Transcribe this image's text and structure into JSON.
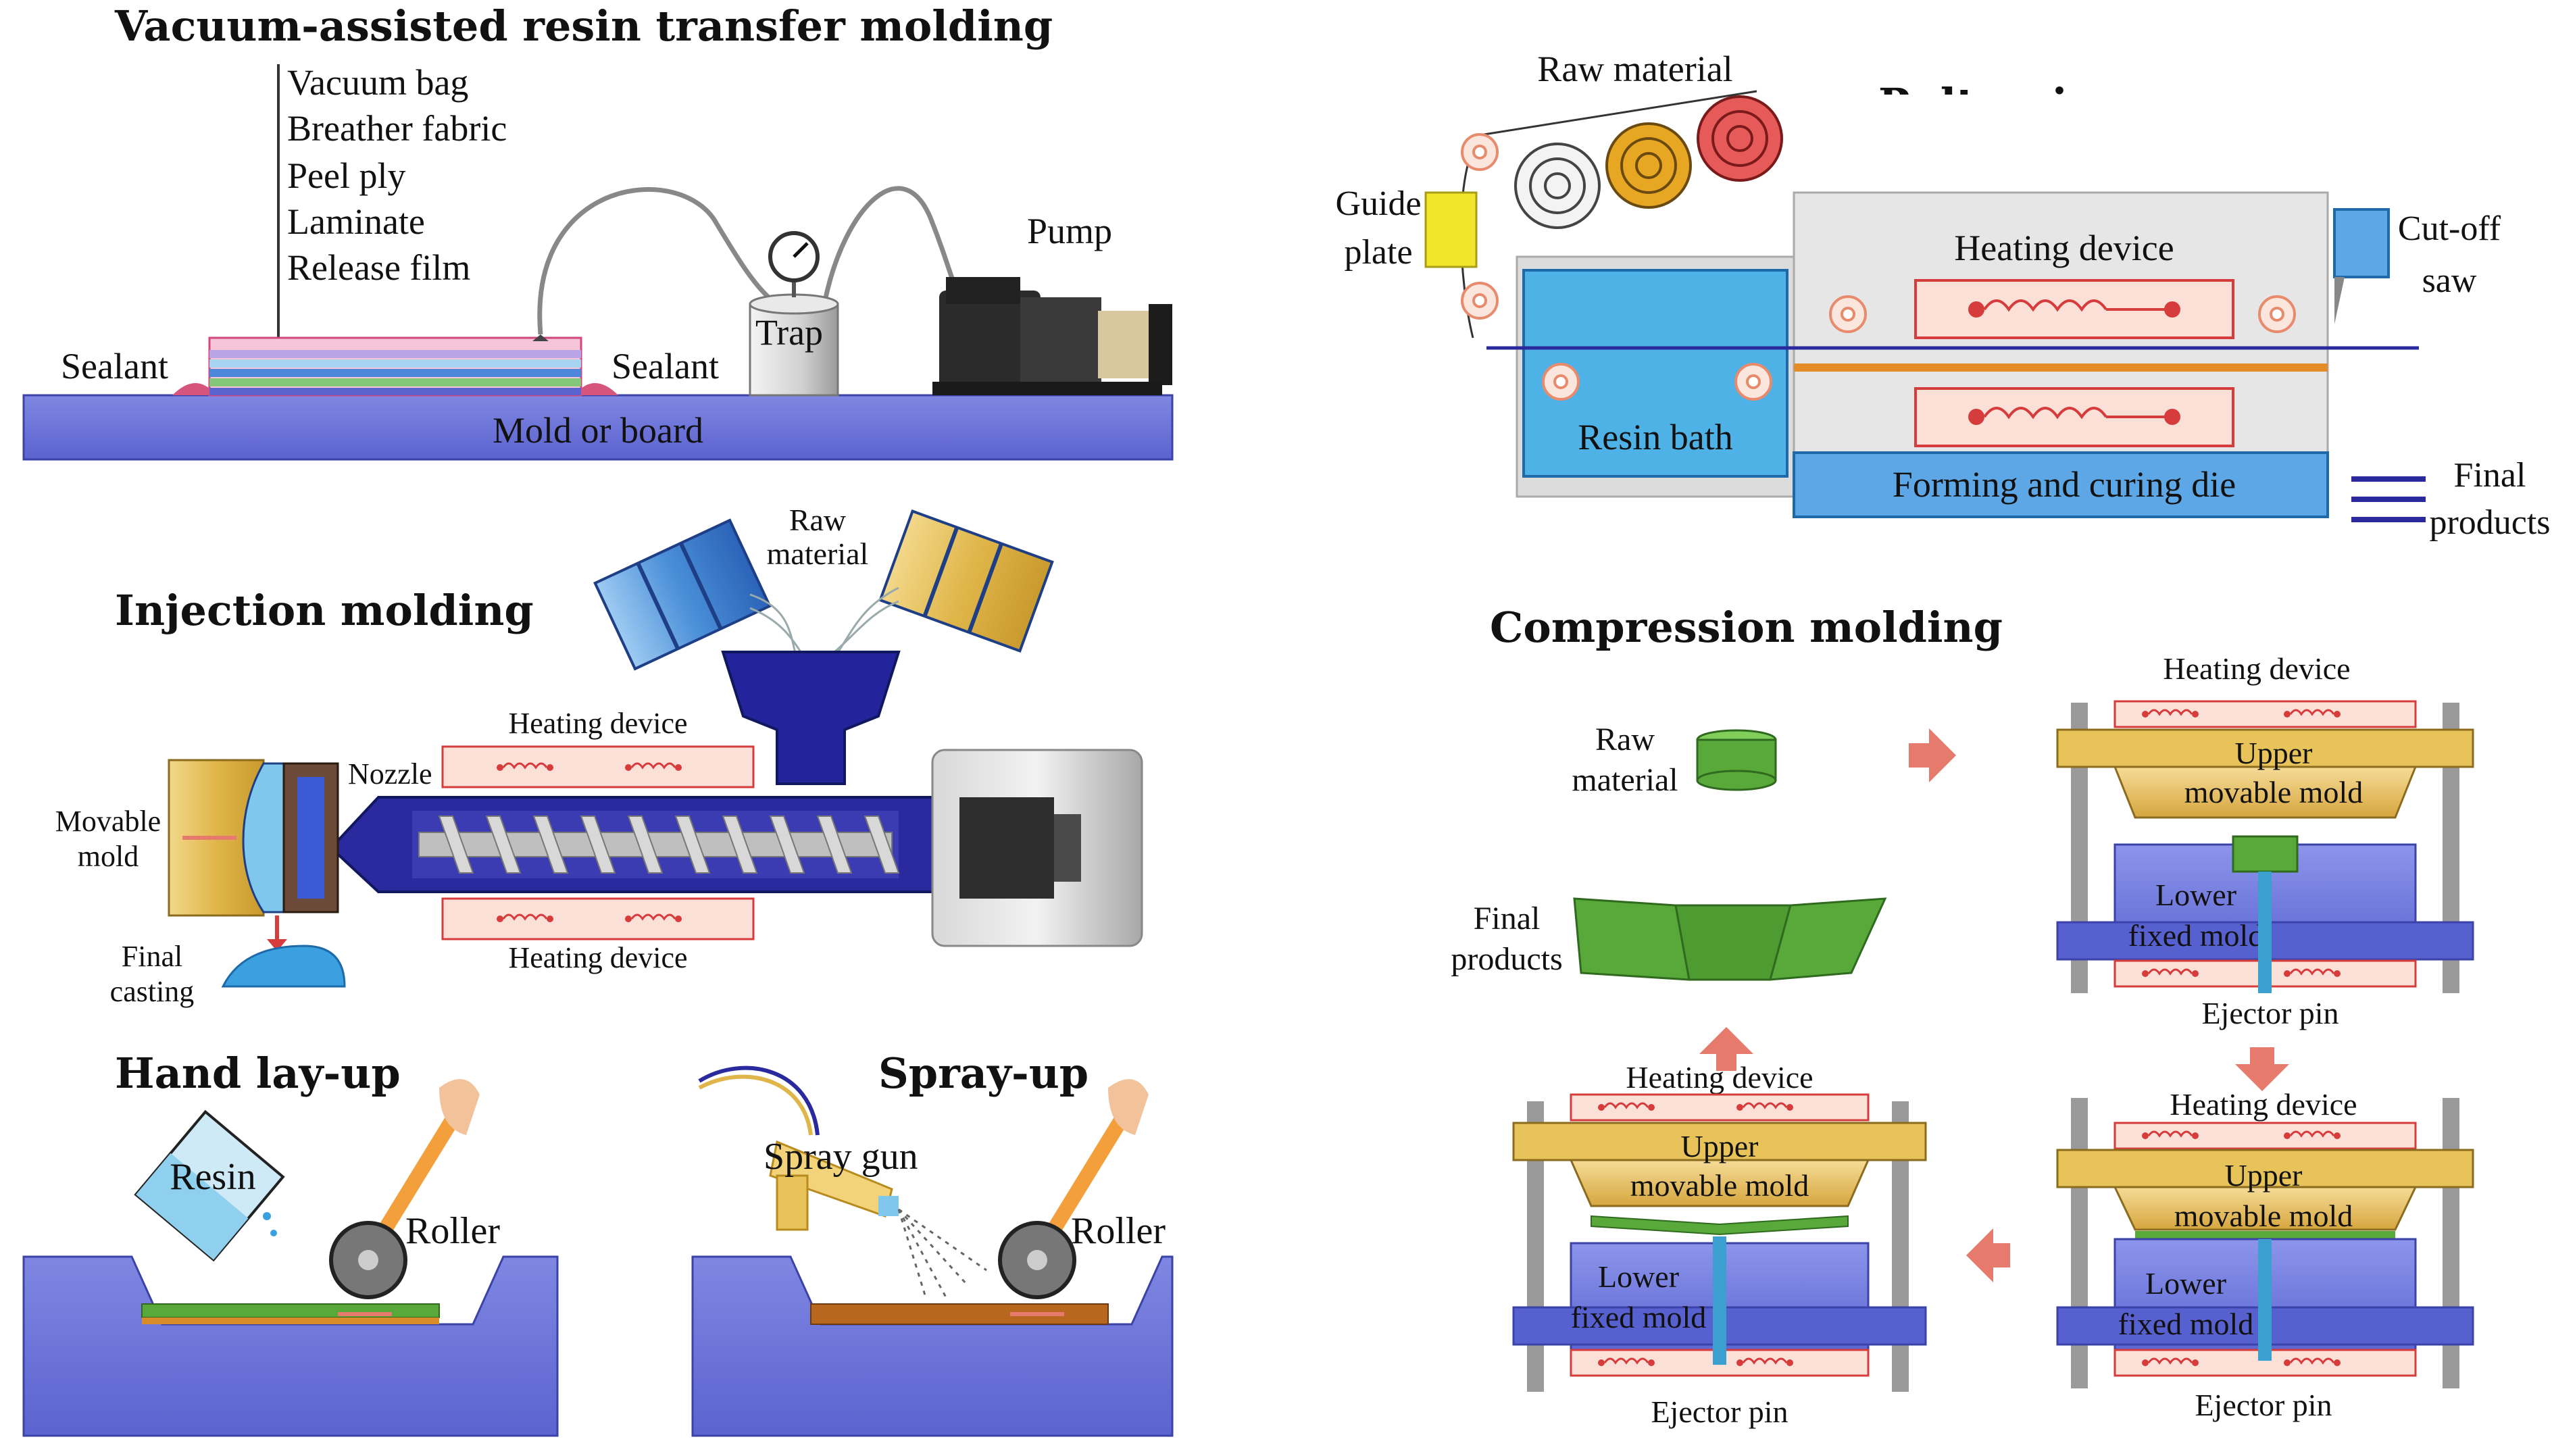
{
  "vartm": {
    "title": "Vacuum-assisted resin transfer molding",
    "layers": [
      "Vacuum bag",
      "Breather fabric",
      "Peel ply",
      "Laminate",
      "Release film"
    ],
    "sealant_left": "Sealant",
    "sealant_right": "Sealant",
    "trap": "Trap",
    "pump": "Pump",
    "mold": "Mold or board"
  },
  "injection": {
    "title": "Injection molding",
    "raw_material_1": "Raw",
    "raw_material_2": "material",
    "heating_top": "Heating device",
    "heating_bottom": "Heating device",
    "nozzle": "Nozzle",
    "movable_mold_1": "Movable",
    "movable_mold_2": "mold",
    "final_casting_1": "Final",
    "final_casting_2": "casting"
  },
  "hand_layup": {
    "title": "Hand lay-up",
    "resin": "Resin",
    "roller": "Roller"
  },
  "spray_up": {
    "title": "Spray-up",
    "spray_gun": "Spray gun",
    "roller": "Roller"
  },
  "pultrusion": {
    "title": "Pultrusion process",
    "raw_material": "Raw material",
    "guide_plate_1": "Guide",
    "guide_plate_2": "plate",
    "heating_device": "Heating device",
    "cut_off_saw_1": "Cut-off",
    "cut_off_saw_2": "saw",
    "resin_bath": "Resin bath",
    "forming_die": "Forming and curing die",
    "final_products_1": "Final",
    "final_products_2": "products"
  },
  "compression": {
    "title": "Compression molding",
    "raw_material_1": "Raw",
    "raw_material_2": "material",
    "final_products_1": "Final",
    "final_products_2": "products",
    "heating_device": "Heating device",
    "upper_mold_1": "Upper",
    "upper_mold_2": "movable mold",
    "lower_mold_1": "Lower",
    "lower_mold_2": "fixed mold",
    "ejector_pin": "Ejector pin"
  },
  "colors": {
    "mold_blue": "#6b73d6",
    "dark_blue": "#2a2a9e",
    "gold": "#e0b64a",
    "heater_fill": "#fbe0d8",
    "heater_red": "#d63c3c",
    "green": "#58a83a",
    "orange": "#d98c2a",
    "light_blue": "#7fc7ec",
    "arrow_red": "#e67a6c"
  }
}
